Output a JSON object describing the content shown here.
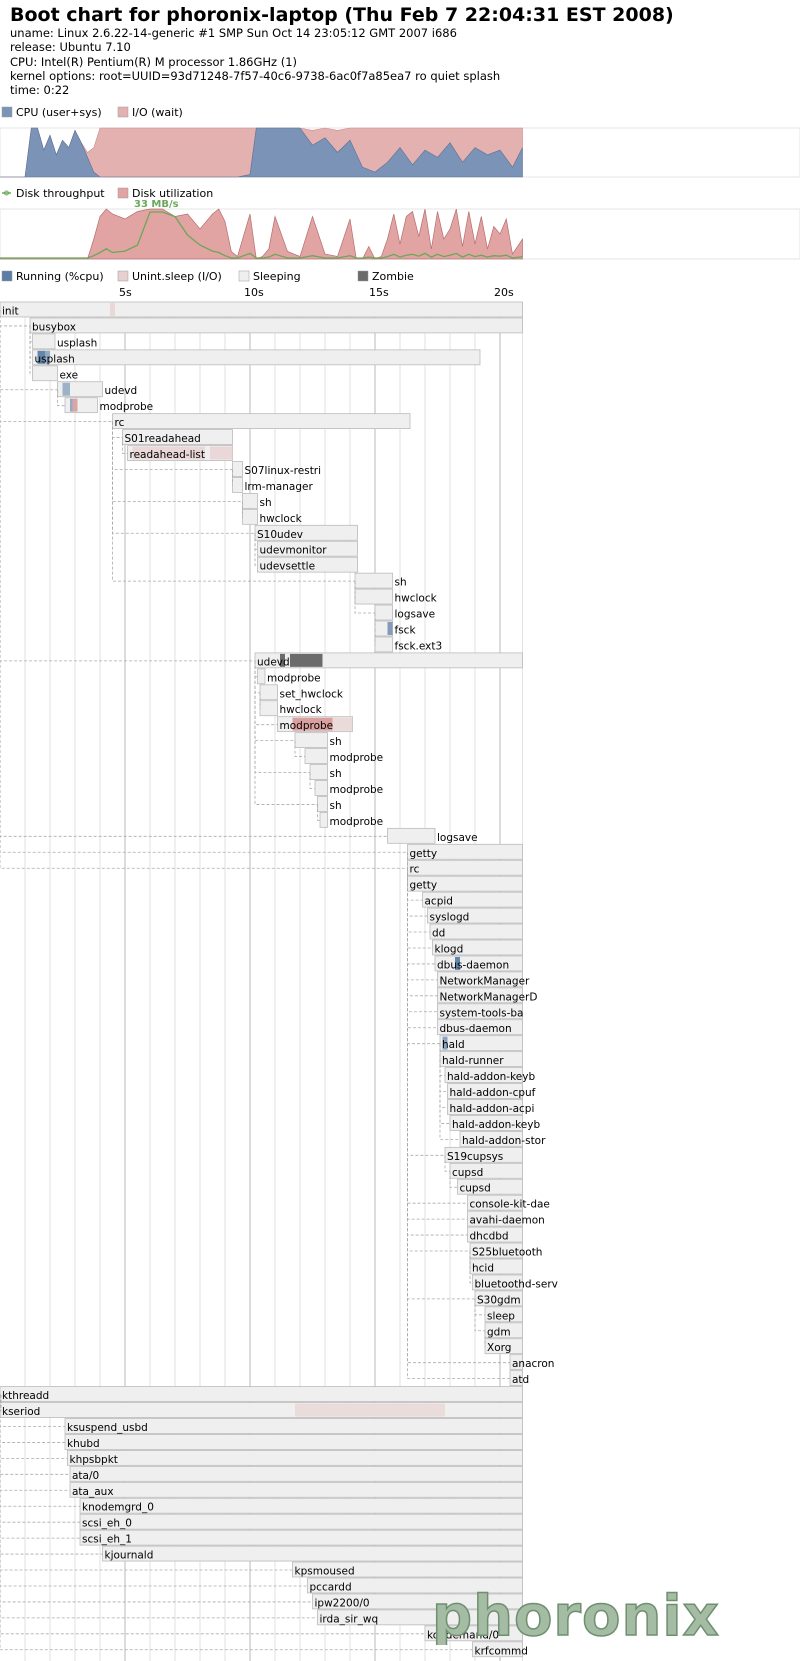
{
  "header": {
    "title": "Boot chart for phoronix-laptop (Thu Feb 7 22:04:31 EST 2008)",
    "uname": "uname: Linux 2.6.22-14-generic #1 SMP Sun Oct 14 23:05:12 GMT 2007 i686",
    "release": "release: Ubuntu 7.10",
    "cpu": "CPU: Intel(R) Pentium(R) M processor 1.86GHz (1)",
    "kernel_options": "kernel options: root=UUID=93d71248-7f57-40c6-9738-6ac0f7a85ea7 ro quiet splash",
    "time": "time: 0:22"
  },
  "logo_text": "phoronix",
  "colors": {
    "cpu": "#7b93b7",
    "io": "#e4b1b1",
    "throughput": "#69a85a",
    "disk_util": "#e2a3a3",
    "running": "#5a7ea6",
    "uninterruptible": "#e8d0d0",
    "sleeping": "#efefef",
    "zombie": "#6b6b6b",
    "grid": "#cccccc",
    "box_border": "#bbbbbb"
  },
  "chart_data": [
    {
      "type": "area",
      "legend": [
        "CPU (user+sys)",
        "I/O (wait)"
      ],
      "xlabel": "",
      "ylabel": "",
      "xlim": [
        0,
        20.9
      ],
      "ylim": [
        0,
        100
      ],
      "x": [
        0.0,
        0.5,
        1.0,
        1.25,
        1.5,
        1.75,
        2.0,
        2.25,
        2.5,
        2.75,
        3.0,
        3.25,
        3.5,
        3.75,
        4.0,
        4.5,
        5.0,
        5.5,
        6.0,
        6.5,
        7.0,
        7.5,
        8.0,
        8.5,
        9.0,
        9.5,
        10.0,
        10.25,
        10.5,
        11.0,
        11.5,
        12.0,
        12.5,
        13.0,
        13.5,
        14.0,
        14.5,
        15.0,
        15.5,
        16.0,
        16.5,
        17.0,
        17.5,
        18.0,
        18.5,
        19.0,
        19.5,
        20.0,
        20.5,
        20.9
      ],
      "series": [
        {
          "name": "CPU (user+sys)",
          "values": [
            0,
            0,
            0,
            100,
            100,
            55,
            85,
            45,
            75,
            60,
            95,
            70,
            40,
            10,
            0,
            0,
            0,
            0,
            0,
            0,
            0,
            0,
            0,
            0,
            0,
            0,
            5,
            100,
            100,
            100,
            100,
            100,
            65,
            80,
            50,
            75,
            20,
            10,
            30,
            60,
            25,
            55,
            40,
            70,
            30,
            60,
            45,
            55,
            20,
            60
          ]
        },
        {
          "name": "I/O (wait)",
          "values": [
            0,
            0,
            0,
            0,
            0,
            0,
            0,
            0,
            0,
            0,
            0,
            0,
            10,
            50,
            100,
            100,
            100,
            100,
            100,
            100,
            100,
            100,
            100,
            100,
            100,
            100,
            100,
            0,
            0,
            0,
            0,
            0,
            30,
            20,
            45,
            25,
            80,
            90,
            70,
            40,
            75,
            45,
            60,
            30,
            70,
            40,
            55,
            45,
            80,
            40
          ]
        }
      ]
    },
    {
      "type": "area",
      "legend": [
        "Disk throughput",
        "Disk utilization"
      ],
      "xlabel": "",
      "ylabel": "",
      "peak_label": "33 MB/s",
      "xlim": [
        0,
        20.9
      ],
      "ylim": [
        0,
        100
      ],
      "x": [
        0.0,
        0.5,
        1.0,
        1.5,
        2.0,
        2.5,
        3.0,
        3.5,
        3.75,
        4.0,
        4.25,
        4.5,
        5.0,
        5.5,
        6.0,
        6.5,
        7.0,
        7.5,
        8.0,
        8.5,
        8.75,
        9.0,
        9.25,
        9.5,
        10.0,
        10.25,
        10.5,
        10.75,
        11.0,
        11.5,
        12.0,
        12.5,
        13.0,
        13.5,
        14.0,
        14.25,
        14.5,
        14.75,
        15.0,
        15.25,
        15.5,
        15.75,
        16.0,
        16.25,
        16.5,
        16.75,
        17.0,
        17.25,
        17.5,
        17.75,
        18.0,
        18.25,
        18.5,
        18.75,
        19.0,
        19.25,
        19.5,
        19.75,
        20.0,
        20.25,
        20.5,
        20.9
      ],
      "series": [
        {
          "name": "Disk utilization",
          "values": [
            0,
            0,
            0,
            0,
            0,
            0,
            0,
            0,
            40,
            85,
            100,
            90,
            80,
            95,
            100,
            100,
            85,
            90,
            60,
            90,
            100,
            75,
            15,
            5,
            90,
            0,
            5,
            20,
            85,
            15,
            5,
            85,
            10,
            5,
            80,
            0,
            0,
            25,
            0,
            5,
            40,
            90,
            30,
            85,
            95,
            45,
            100,
            20,
            95,
            40,
            60,
            100,
            25,
            95,
            30,
            85,
            20,
            65,
            50,
            80,
            10,
            40
          ]
        },
        {
          "name": "Disk throughput",
          "values": [
            0,
            0,
            0,
            0,
            0,
            0,
            0,
            0,
            5,
            12,
            20,
            12,
            15,
            28,
            100,
            100,
            90,
            50,
            28,
            15,
            12,
            5,
            0,
            0,
            10,
            0,
            0,
            2,
            8,
            0,
            0,
            5,
            0,
            0,
            5,
            0,
            0,
            2,
            0,
            0,
            3,
            8,
            2,
            6,
            8,
            4,
            10,
            2,
            8,
            3,
            6,
            10,
            2,
            8,
            3,
            6,
            2,
            5,
            4,
            6,
            0,
            3
          ]
        }
      ]
    },
    {
      "type": "table",
      "legend": [
        "Running (%cpu)",
        "Unint.sleep (I/O)",
        "Sleeping",
        "Zombie"
      ],
      "ticks": [
        "5s",
        "10s",
        "15s",
        "20s"
      ],
      "tick_values": [
        5,
        10,
        15,
        20
      ],
      "xlim": [
        0,
        20.9
      ],
      "processes": [
        {
          "name": "init",
          "start": 0.0,
          "end": 20.9,
          "parent": null
        },
        {
          "name": "busybox",
          "start": 1.2,
          "end": 20.9,
          "parent": 0
        },
        {
          "name": "usplash",
          "start": 1.3,
          "end": 2.2,
          "parent": 1
        },
        {
          "name": "usplash",
          "start": 1.3,
          "end": 19.2,
          "parent": 1
        },
        {
          "name": "exe",
          "start": 1.3,
          "end": 2.3,
          "parent": 1
        },
        {
          "name": "udevd",
          "start": 2.3,
          "end": 4.1,
          "parent": 0
        },
        {
          "name": "modprobe",
          "start": 2.6,
          "end": 3.9,
          "parent": 5
        },
        {
          "name": "rc",
          "start": 4.5,
          "end": 16.4,
          "parent": 0
        },
        {
          "name": "S01readahead",
          "start": 4.9,
          "end": 9.3,
          "parent": 7
        },
        {
          "name": "readahead-list",
          "start": 5.1,
          "end": 9.3,
          "parent": 8
        },
        {
          "name": "S07linux-restri",
          "start": 9.3,
          "end": 9.7,
          "parent": 7
        },
        {
          "name": "lrm-manager",
          "start": 9.3,
          "end": 9.7,
          "parent": 10
        },
        {
          "name": "sh",
          "start": 9.7,
          "end": 10.3,
          "parent": 7
        },
        {
          "name": "hwclock",
          "start": 9.7,
          "end": 10.3,
          "parent": 12
        },
        {
          "name": "S10udev",
          "start": 10.2,
          "end": 14.3,
          "parent": 7
        },
        {
          "name": "udevmonitor",
          "start": 10.3,
          "end": 14.3,
          "parent": 14
        },
        {
          "name": "udevsettle",
          "start": 10.3,
          "end": 14.3,
          "parent": 14
        },
        {
          "name": "sh",
          "start": 14.2,
          "end": 15.7,
          "parent": 7
        },
        {
          "name": "hwclock",
          "start": 14.2,
          "end": 15.7,
          "parent": 17
        },
        {
          "name": "logsave",
          "start": 15.0,
          "end": 15.7,
          "parent": 17
        },
        {
          "name": "fsck",
          "start": 15.0,
          "end": 15.7,
          "parent": 19
        },
        {
          "name": "fsck.ext3",
          "start": 15.0,
          "end": 15.7,
          "parent": 20
        },
        {
          "name": "udevd",
          "start": 10.2,
          "end": 20.9,
          "parent": 0
        },
        {
          "name": "modprobe",
          "start": 10.3,
          "end": 10.6,
          "parent": 22
        },
        {
          "name": "set_hwclock",
          "start": 10.4,
          "end": 11.1,
          "parent": 22
        },
        {
          "name": "hwclock",
          "start": 10.4,
          "end": 11.1,
          "parent": 24
        },
        {
          "name": "modprobe",
          "start": 11.1,
          "end": 14.1,
          "parent": 22
        },
        {
          "name": "sh",
          "start": 11.8,
          "end": 13.1,
          "parent": 22
        },
        {
          "name": "modprobe",
          "start": 12.2,
          "end": 13.1,
          "parent": 27
        },
        {
          "name": "sh",
          "start": 12.4,
          "end": 13.1,
          "parent": 22
        },
        {
          "name": "modprobe",
          "start": 12.6,
          "end": 13.1,
          "parent": 29
        },
        {
          "name": "sh",
          "start": 12.7,
          "end": 13.1,
          "parent": 22
        },
        {
          "name": "modprobe",
          "start": 12.8,
          "end": 13.1,
          "parent": 31
        },
        {
          "name": "logsave",
          "start": 15.5,
          "end": 17.4,
          "parent": 0
        },
        {
          "name": "getty",
          "start": 16.3,
          "end": 20.9,
          "parent": 0
        },
        {
          "name": "rc",
          "start": 16.3,
          "end": 20.9,
          "parent": 0
        },
        {
          "name": "getty",
          "start": 16.3,
          "end": 20.9,
          "parent": 34
        },
        {
          "name": "acpid",
          "start": 16.9,
          "end": 20.9,
          "parent": 35
        },
        {
          "name": "syslogd",
          "start": 17.1,
          "end": 20.9,
          "parent": 35
        },
        {
          "name": "dd",
          "start": 17.2,
          "end": 20.9,
          "parent": 35
        },
        {
          "name": "klogd",
          "start": 17.3,
          "end": 20.9,
          "parent": 35
        },
        {
          "name": "dbus-daemon",
          "start": 17.4,
          "end": 20.9,
          "parent": 35
        },
        {
          "name": "NetworkManager",
          "start": 17.5,
          "end": 20.9,
          "parent": 35
        },
        {
          "name": "NetworkManagerD",
          "start": 17.5,
          "end": 20.9,
          "parent": 35
        },
        {
          "name": "system-tools-ba",
          "start": 17.5,
          "end": 20.9,
          "parent": 35
        },
        {
          "name": "dbus-daemon",
          "start": 17.5,
          "end": 20.9,
          "parent": 35
        },
        {
          "name": "hald",
          "start": 17.6,
          "end": 20.9,
          "parent": 35
        },
        {
          "name": "hald-runner",
          "start": 17.6,
          "end": 20.9,
          "parent": 46
        },
        {
          "name": "hald-addon-keyb",
          "start": 17.8,
          "end": 20.9,
          "parent": 47
        },
        {
          "name": "hald-addon-cpuf",
          "start": 17.9,
          "end": 20.9,
          "parent": 47
        },
        {
          "name": "hald-addon-acpi",
          "start": 17.9,
          "end": 20.9,
          "parent": 47
        },
        {
          "name": "hald-addon-keyb",
          "start": 18.0,
          "end": 20.9,
          "parent": 47
        },
        {
          "name": "hald-addon-stor",
          "start": 18.4,
          "end": 20.9,
          "parent": 47
        },
        {
          "name": "S19cupsys",
          "start": 17.8,
          "end": 20.9,
          "parent": 35
        },
        {
          "name": "cupsd",
          "start": 18.0,
          "end": 20.9,
          "parent": 53
        },
        {
          "name": "cupsd",
          "start": 18.3,
          "end": 20.9,
          "parent": 54
        },
        {
          "name": "console-kit-dae",
          "start": 18.7,
          "end": 20.9,
          "parent": 35
        },
        {
          "name": "avahi-daemon",
          "start": 18.7,
          "end": 20.9,
          "parent": 35
        },
        {
          "name": "dhcdbd",
          "start": 18.7,
          "end": 20.9,
          "parent": 35
        },
        {
          "name": "S25bluetooth",
          "start": 18.8,
          "end": 20.9,
          "parent": 35
        },
        {
          "name": "hcid",
          "start": 18.8,
          "end": 20.9,
          "parent": 59
        },
        {
          "name": "bluetoothd-serv",
          "start": 18.9,
          "end": 20.9,
          "parent": 59
        },
        {
          "name": "S30gdm",
          "start": 19.0,
          "end": 20.9,
          "parent": 35
        },
        {
          "name": "sleep",
          "start": 19.4,
          "end": 20.9,
          "parent": 62
        },
        {
          "name": "gdm",
          "start": 19.4,
          "end": 20.9,
          "parent": 62
        },
        {
          "name": "Xorg",
          "start": 19.4,
          "end": 20.9,
          "parent": 64
        },
        {
          "name": "anacron",
          "start": 20.4,
          "end": 20.9,
          "parent": 35
        },
        {
          "name": "atd",
          "start": 20.4,
          "end": 20.9,
          "parent": 35
        },
        {
          "name": "kthreadd",
          "start": 0.0,
          "end": 20.9,
          "parent": null
        },
        {
          "name": "kseriod",
          "start": 0.0,
          "end": 20.9,
          "parent": 68
        },
        {
          "name": "ksuspend_usbd",
          "start": 2.6,
          "end": 20.9,
          "parent": 68
        },
        {
          "name": "khubd",
          "start": 2.6,
          "end": 20.9,
          "parent": 68
        },
        {
          "name": "khpsbpkt",
          "start": 2.7,
          "end": 20.9,
          "parent": 68
        },
        {
          "name": "ata/0",
          "start": 2.8,
          "end": 20.9,
          "parent": 68
        },
        {
          "name": "ata_aux",
          "start": 2.8,
          "end": 20.9,
          "parent": 68
        },
        {
          "name": "knodemgrd_0",
          "start": 3.2,
          "end": 20.9,
          "parent": 68
        },
        {
          "name": "scsi_eh_0",
          "start": 3.2,
          "end": 20.9,
          "parent": 68
        },
        {
          "name": "scsi_eh_1",
          "start": 3.2,
          "end": 20.9,
          "parent": 68
        },
        {
          "name": "kjournald",
          "start": 4.1,
          "end": 20.9,
          "parent": 68
        },
        {
          "name": "kpsmoused",
          "start": 11.7,
          "end": 20.9,
          "parent": 68
        },
        {
          "name": "pccardd",
          "start": 12.3,
          "end": 20.9,
          "parent": 68
        },
        {
          "name": "ipw2200/0",
          "start": 12.5,
          "end": 20.9,
          "parent": 68
        },
        {
          "name": "irda_sir_wq",
          "start": 12.7,
          "end": 20.9,
          "parent": 68
        },
        {
          "name": "kondemand/0",
          "start": 17.0,
          "end": 20.9,
          "parent": 68
        },
        {
          "name": "krfcommd",
          "start": 18.9,
          "end": 20.9,
          "parent": 68
        }
      ],
      "activity": [
        {
          "row": 0,
          "start": 4.4,
          "end": 4.6,
          "state": "uninterruptible",
          "level": 0.6
        },
        {
          "row": 3,
          "start": 1.5,
          "end": 1.8,
          "state": "running",
          "level": 0.9
        },
        {
          "row": 3,
          "start": 1.8,
          "end": 2.0,
          "state": "running",
          "level": 0.4
        },
        {
          "row": 5,
          "start": 2.5,
          "end": 2.8,
          "state": "running",
          "level": 0.3
        },
        {
          "row": 6,
          "start": 2.9,
          "end": 3.1,
          "state": "uninterruptible",
          "level": 0.8
        },
        {
          "row": 6,
          "start": 2.8,
          "end": 2.9,
          "state": "running",
          "level": 0.4
        },
        {
          "row": 9,
          "start": 5.3,
          "end": 8.2,
          "state": "uninterruptible",
          "level": 0.6
        },
        {
          "row": 9,
          "start": 8.4,
          "end": 9.3,
          "state": "uninterruptible",
          "level": 0.6
        },
        {
          "row": 20,
          "start": 15.5,
          "end": 15.7,
          "state": "running",
          "level": 0.6
        },
        {
          "row": 22,
          "start": 11.2,
          "end": 11.4,
          "state": "zombie",
          "level": 1
        },
        {
          "row": 22,
          "start": 11.6,
          "end": 12.9,
          "state": "zombie",
          "level": 1
        },
        {
          "row": 26,
          "start": 11.7,
          "end": 13.3,
          "state": "uninterruptible",
          "level": 0.9
        },
        {
          "row": 26,
          "start": 13.3,
          "end": 14.1,
          "state": "uninterruptible",
          "level": 0.5
        },
        {
          "row": 41,
          "start": 18.2,
          "end": 18.4,
          "state": "running",
          "level": 0.9
        },
        {
          "row": 46,
          "start": 17.7,
          "end": 17.9,
          "state": "running",
          "level": 0.5
        },
        {
          "row": 69,
          "start": 11.8,
          "end": 17.8,
          "state": "uninterruptible",
          "level": 0.4
        }
      ]
    }
  ]
}
